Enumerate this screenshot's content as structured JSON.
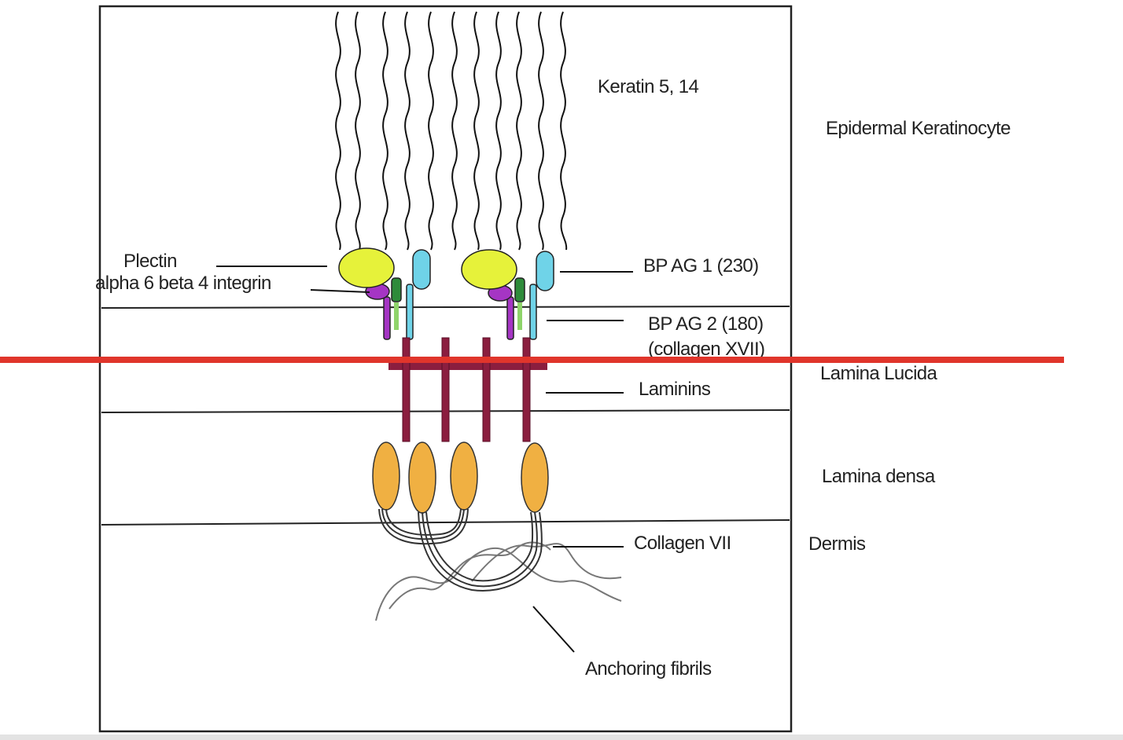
{
  "labels": {
    "keratin": "Keratin 5, 14",
    "epidermal": "Epidermal Keratinocyte",
    "plectin": "Plectin",
    "integrin": "alpha 6 beta 4 integrin",
    "bpag1": "BP AG 1 (230)",
    "bpag2_line1": "BP AG 2 (180)",
    "bpag2_line2": "(collagen XVII)",
    "lamina_lucida": "Lamina Lucida",
    "laminins": "Laminins",
    "lamina_densa": "Lamina densa",
    "collagen7": "Collagen VII",
    "dermis": "Dermis",
    "anchoring": "Anchoring fibrils"
  },
  "colors": {
    "plectin": "#e6f23a",
    "bpag1": "#6fd3e8",
    "integrin_head": "#a535c4",
    "integrin_green": "#2e8b3a",
    "integrin_light_green": "#8fd46a",
    "laminin": "#8b1e3f",
    "lamina_densa_oval": "#f0b042",
    "red_marker": "#e0352b"
  }
}
